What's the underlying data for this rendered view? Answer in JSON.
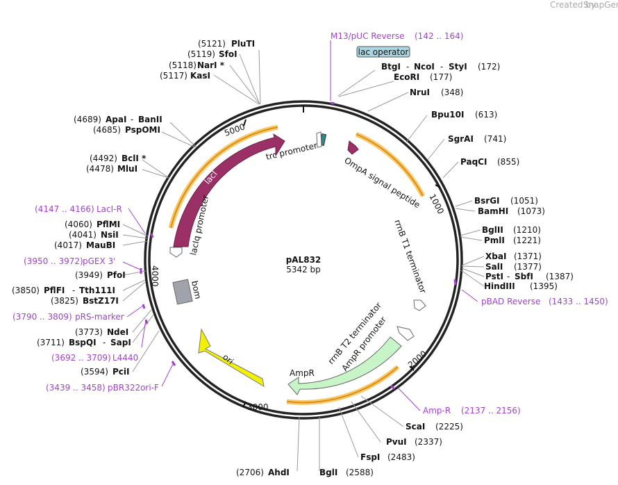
{
  "branding": {
    "created_by": "Created by",
    "brand": "SnapGene"
  },
  "plasmid": {
    "name": "pAL832",
    "size_label": "5342 bp"
  },
  "ticks": [
    "1000",
    "2000",
    "3000",
    "4000",
    "5000"
  ],
  "features": {
    "laci": "lacI",
    "laciq_promoter": "lacIq promoter",
    "trc_promoter": "trc promoter",
    "ompa": "OmpA signal peptide",
    "rrnb_t1": "rrnB T1 terminator",
    "rrnb_t2": "rrnB T2 terminator",
    "ampr_promoter": "AmpR promoter",
    "ampr": "AmpR",
    "ori": "ori",
    "bom": "bom",
    "lac_operator": "lac operator"
  },
  "sites_left": [
    {
      "pos": "(5121)",
      "name": "PluTI"
    },
    {
      "pos": "(5119)",
      "name": "SfoI"
    },
    {
      "pos": "(5118)",
      "name": "NarI *"
    },
    {
      "pos": "(5117)",
      "name": "KasI"
    },
    {
      "pos": "(4689)",
      "name": "ApaI",
      "extra": "BanII"
    },
    {
      "pos": "(4685)",
      "name": "PspOMI"
    },
    {
      "pos": "(4492)",
      "name": "BclI *"
    },
    {
      "pos": "(4478)",
      "name": "MluI"
    },
    {
      "pos": "(4060)",
      "name": "PflMI"
    },
    {
      "pos": "(4041)",
      "name": "NsiI"
    },
    {
      "pos": "(4017)",
      "name": "MauBI"
    },
    {
      "pos": "(3949)",
      "name": "PfoI"
    },
    {
      "pos": "(3850)",
      "name": "PflFI",
      "extra": "Tth111I"
    },
    {
      "pos": "(3825)",
      "name": "BstZ17I"
    },
    {
      "pos": "(3773)",
      "name": "NdeI"
    },
    {
      "pos": "(3711)",
      "name": "BspQI",
      "extra": "SapI"
    },
    {
      "pos": "(3594)",
      "name": "PciI"
    }
  ],
  "sites_right": [
    {
      "name": "BtgI",
      "extra": "NcoI",
      "extra2": "StyI",
      "pos": "(172)"
    },
    {
      "name": "EcoRI",
      "pos": "(177)"
    },
    {
      "name": "NruI",
      "pos": "(348)"
    },
    {
      "name": "Bpu10I",
      "pos": "(613)"
    },
    {
      "name": "SgrAI",
      "pos": "(741)"
    },
    {
      "name": "PaqCI",
      "pos": "(855)"
    },
    {
      "name": "BsrGI",
      "pos": "(1051)"
    },
    {
      "name": "BamHI",
      "pos": "(1073)"
    },
    {
      "name": "BglII",
      "pos": "(1210)"
    },
    {
      "name": "PmlI",
      "pos": "(1221)"
    },
    {
      "name": "XbaI",
      "pos": "(1371)"
    },
    {
      "name": "SalI",
      "pos": "(1377)"
    },
    {
      "name": "PstI",
      "extra": "SbfI",
      "pos": "(1387)"
    },
    {
      "name": "HindIII",
      "pos": "(1395)"
    }
  ],
  "sites_bottom": [
    {
      "name": "ScaI",
      "pos": "(2225)"
    },
    {
      "name": "PvuI",
      "pos": "(2337)"
    },
    {
      "name": "FspI",
      "pos": "(2483)"
    },
    {
      "name": "BglI",
      "pos": "(2588)"
    },
    {
      "name": "AhdI",
      "pos": "(2706)"
    }
  ],
  "primers": [
    {
      "name": "M13/pUC Reverse",
      "range": "(142 .. 164)"
    },
    {
      "name": "LacI-R",
      "range": "(4147 .. 4166)"
    },
    {
      "name": "pGEX 3'",
      "range": "(3950 .. 3972)"
    },
    {
      "name": "pRS-marker",
      "range": "(3790 .. 3809)"
    },
    {
      "name": "L4440",
      "range": "(3692 .. 3709)"
    },
    {
      "name": "pBR322ori-F",
      "range": "(3439 .. 3458)"
    },
    {
      "name": "pBAD Reverse",
      "range": "(1433 .. 1450)"
    },
    {
      "name": "Amp-R",
      "range": "(2137 .. 2156)"
    }
  ],
  "colors": {
    "laci": "#9b3066",
    "ompa": "#9b3066",
    "ampr": "#c8f5c8",
    "ori": "#f5f500",
    "bom": "#a0a4aa",
    "orf_orange": "#f0a020",
    "primer": "#a23fd1",
    "lac_operator": "#a9d6e0"
  }
}
